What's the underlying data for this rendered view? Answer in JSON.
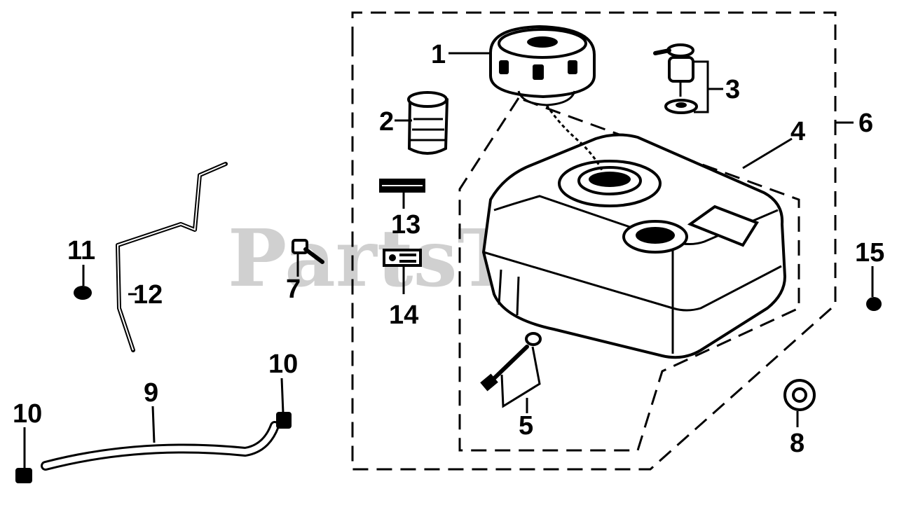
{
  "watermark": "PartsTree",
  "callouts": {
    "c1": "1",
    "c2": "2",
    "c3": "3",
    "c4": "4",
    "c5": "5",
    "c6": "6",
    "c7": "7",
    "c8": "8",
    "c9": "9",
    "c10a": "10",
    "c10b": "10",
    "c11": "11",
    "c12": "12",
    "c13": "13",
    "c14": "14",
    "c15": "15"
  },
  "parts": [
    {
      "ref": "1",
      "icon": "fuel-cap-icon"
    },
    {
      "ref": "2",
      "icon": "fuel-strainer-icon"
    },
    {
      "ref": "3",
      "icon": "fuel-valve-icon"
    },
    {
      "ref": "4",
      "icon": "fuel-tank-icon"
    },
    {
      "ref": "5",
      "icon": "drain-fitting-icon"
    },
    {
      "ref": "6",
      "icon": "fuel-tank-assembly-icon"
    },
    {
      "ref": "7",
      "icon": "bolt-icon"
    },
    {
      "ref": "8",
      "icon": "washer-icon"
    },
    {
      "ref": "9",
      "icon": "fuel-line-icon"
    },
    {
      "ref": "10",
      "icon": "hose-clamp-icon"
    },
    {
      "ref": "11",
      "icon": "nut-icon"
    },
    {
      "ref": "12",
      "icon": "bracket-rod-icon"
    },
    {
      "ref": "13",
      "icon": "label-icon"
    },
    {
      "ref": "14",
      "icon": "label-icon"
    },
    {
      "ref": "15",
      "icon": "nut-icon"
    }
  ]
}
